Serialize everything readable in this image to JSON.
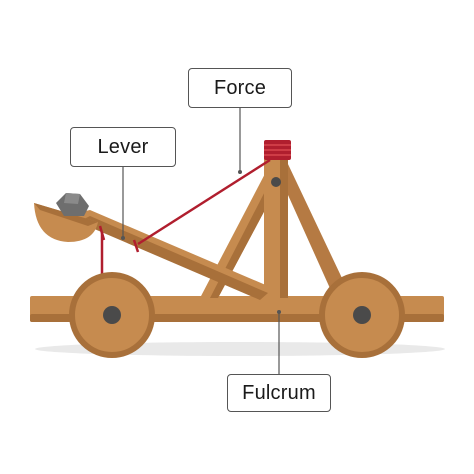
{
  "labels": {
    "force": "Force",
    "lever": "Lever",
    "fulcrum": "Fulcrum"
  },
  "colors": {
    "wood": "#c68b4f",
    "wood_dark": "#a8703a",
    "wood_light": "#d39a5e",
    "rope": "#b01e2e",
    "bolt": "#4a4a4a",
    "stone": "#6e6e6e",
    "leader_line": "#555555",
    "shadow": "#e9e9e9"
  }
}
